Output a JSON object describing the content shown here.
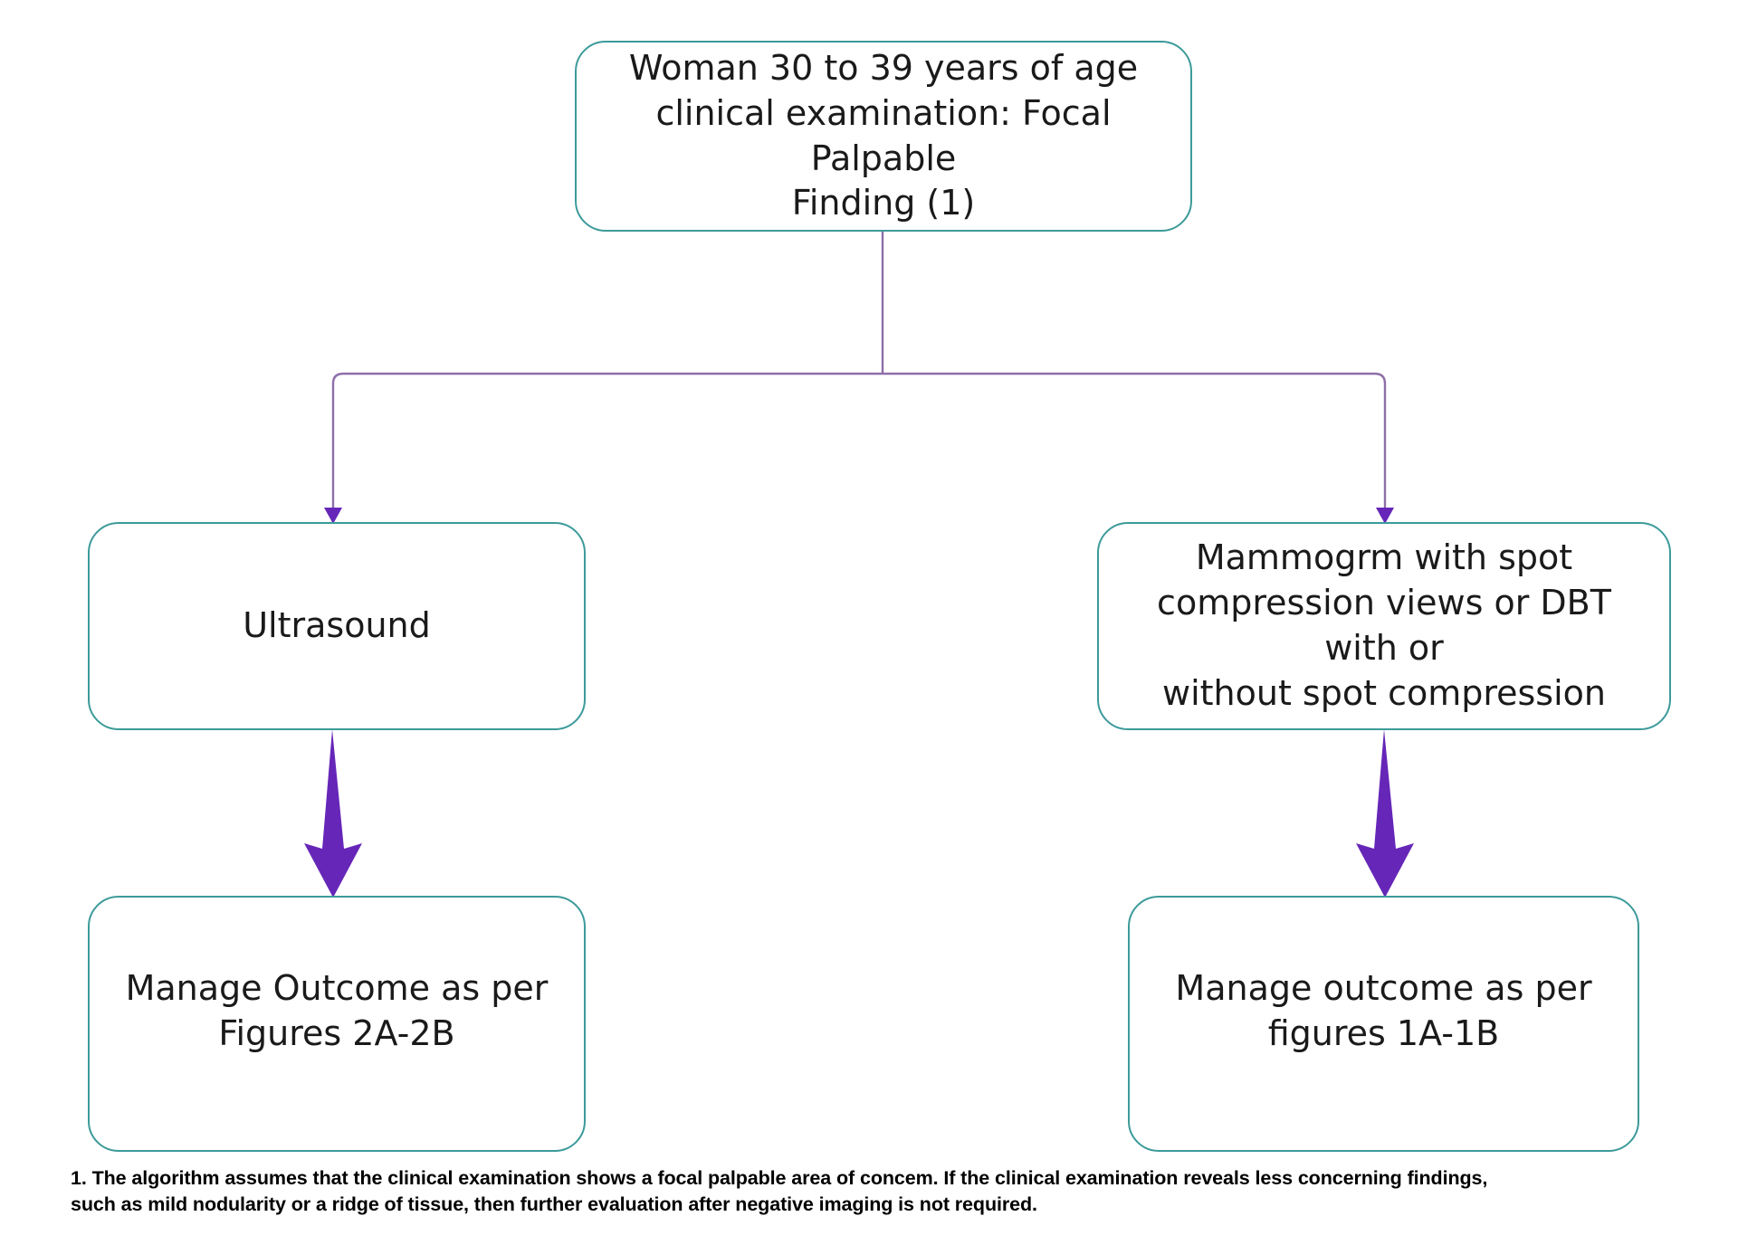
{
  "diagram": {
    "title": "Focal palpable finding evaluation algorithm",
    "colors": {
      "node_border": "#3d9a9a",
      "node_fill": "#ffffff",
      "connector_line": "#8e6fa8",
      "thick_arrow": "#6626b8",
      "text": "#1a1a1a",
      "footnote_text": "#000000",
      "background": "#ffffff"
    },
    "nodes": {
      "root": {
        "label": "Woman 30 to 39 years of age clinical examination: Focal Palpable Finding (1)",
        "lines": "Woman 30 to 39 years of age\nclinical examination: Focal Palpable\nFinding (1)"
      },
      "branch_left": {
        "label": "Ultrasound",
        "lines": "Ultrasound"
      },
      "branch_right": {
        "label": "Mammogrm with spot compression views or DBT with or without spot compression",
        "lines": "Mammogrm with spot\ncompression views or DBT with or\nwithout spot compression"
      },
      "outcome_left": {
        "label": "Manage Outcome as per Figures 2A-2B",
        "lines": "Manage Outcome as per\nFigures 2A-2B"
      },
      "outcome_right": {
        "label": "Manage outcome as per figures 1A-1B",
        "lines": "Manage outcome as per\nfigures 1A-1B"
      }
    },
    "edges": [
      {
        "name": "root-to-ultrasound",
        "from": "root",
        "to": "branch_left",
        "style": "thin-elbow-arrow"
      },
      {
        "name": "root-to-mammogram",
        "from": "root",
        "to": "branch_right",
        "style": "thin-elbow-arrow"
      },
      {
        "name": "ultrasound-to-outcome-left",
        "from": "branch_left",
        "to": "outcome_left",
        "style": "thick-tapered-arrow"
      },
      {
        "name": "mammogram-to-outcome-right",
        "from": "branch_right",
        "to": "outcome_right",
        "style": "thick-tapered-arrow"
      }
    ],
    "footnote": {
      "line1": "1. The algorithm assumes that the clinical examination shows a focal palpable area of concem. If the clinical examination reveals less concerning findings,",
      "line2": "such as mild nodularity or a ridge of tissue, then further evaluation after negative imaging is not required.",
      "full": "1. The algorithm assumes that the clinical examination shows a focal palpable area of concem. If the clinical examination reveals less concerning findings, such as mild nodularity or a ridge of tissue, then further evaluation after negative imaging is not required."
    }
  }
}
